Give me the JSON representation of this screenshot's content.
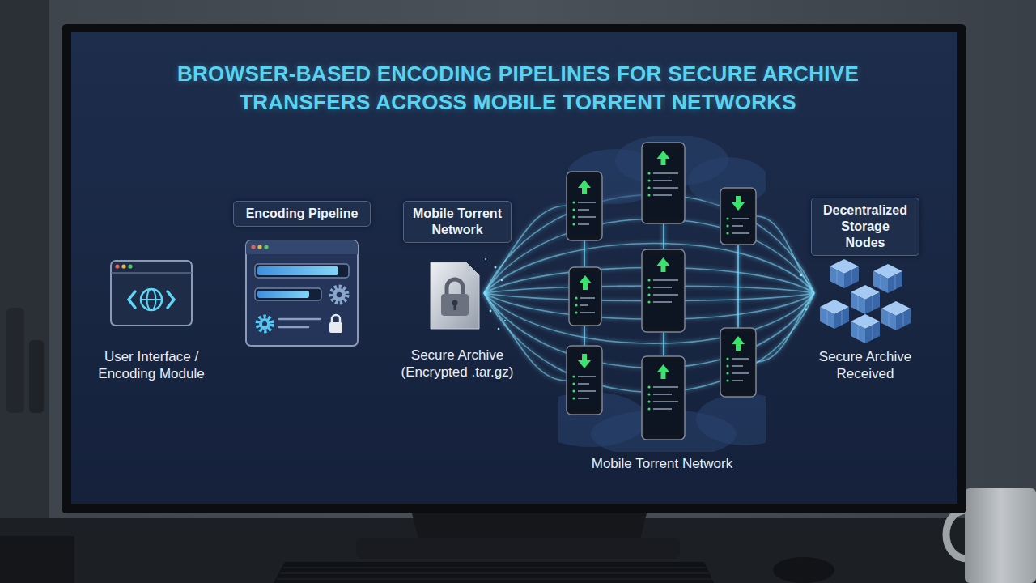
{
  "diagram": {
    "title": "BROWSER-BASED ENCODING PIPELINES FOR SECURE ARCHIVE TRANSFERS ACROSS MOBILE TORRENT NETWORKS",
    "nodes": [
      {
        "text": [
          "User Interface / Encoding Module"
        ]
      },
      {
        "text": [
          "Encoding Pipeline"
        ]
      },
      {
        "text": [
          "Mobile Torrent Network",
          "Secure Archive (Encrypted .tar.gz)"
        ]
      },
      {
        "text": [
          "Mobile Torrent Network"
        ]
      },
      {
        "text": [
          "Decentralized Storage Nodes",
          "Secure Archive Received"
        ]
      }
    ],
    "edges": [
      {
        "from": 0,
        "to": 1,
        "arrow": "to"
      },
      {
        "from": 1,
        "to": 2,
        "arrow": "to"
      },
      {
        "from": 2,
        "to": 3,
        "arrow": "none"
      },
      {
        "from": 3,
        "to": 4,
        "arrow": "none"
      }
    ]
  }
}
